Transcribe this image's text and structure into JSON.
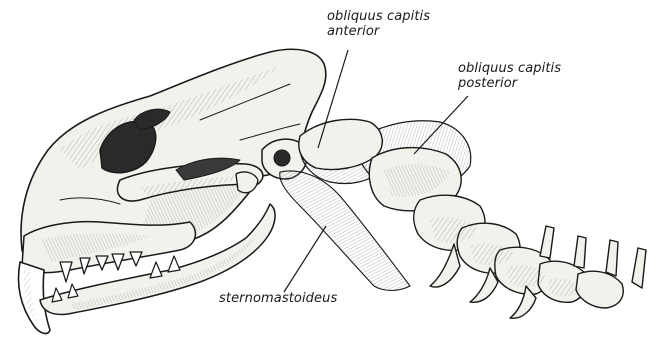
{
  "labels": {
    "obliquus_capitis_anterior": {
      "line1": "obliquus capitis",
      "line2": "anterior"
    },
    "obliquus_capitis_posterior": {
      "line1": "obliquus capitis",
      "line2": "posterior"
    },
    "sternomastoideus": "sternomastoideus"
  },
  "colors": {
    "ink": "#1a1a1a",
    "bone_fill": "#f3f1ec",
    "shade": "#5a5a5a",
    "muscle_fill": "#e4e4e4"
  }
}
